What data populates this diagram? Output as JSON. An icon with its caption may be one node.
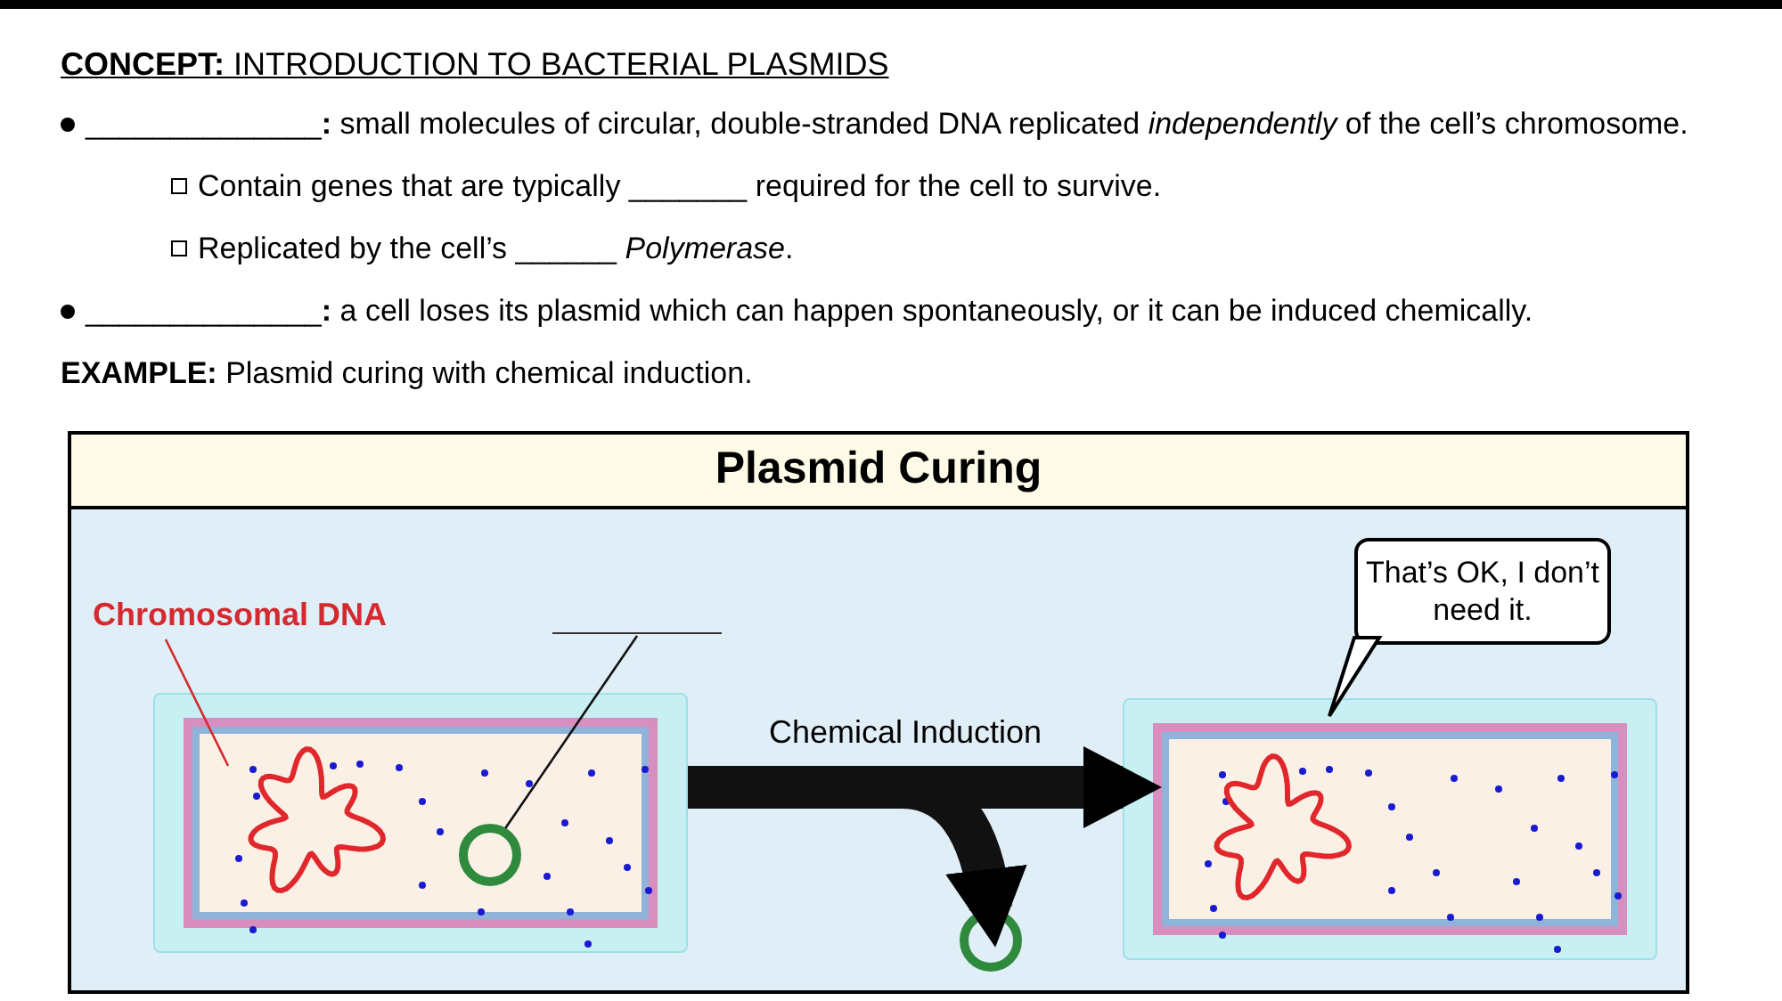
{
  "diagram": {
    "title": "**CONCEPT:** INTRODUCTION TO BACTERIAL PLASMIDS",
    "nodes": [
      {
        "text": [
          "Plasmid Curing"
        ]
      },
      {
        "text": [
          "Chromosomal DNA"
        ],
        "in": 0
      },
      {
        "text": [],
        "shape": "line",
        "in": 0
      },
      {
        "text": [],
        "shape": "box",
        "in": 0
      },
      {
        "text": [],
        "shape": "picture",
        "in": 3
      },
      {
        "text": [],
        "shape": "circle",
        "in": 3
      },
      {
        "text": [],
        "shape": "circle",
        "in": 0
      },
      {
        "text": [],
        "shape": "box",
        "in": 0
      },
      {
        "text": [],
        "shape": "picture",
        "in": 7
      },
      {
        "text": [
          "That’s OK, I don’t need it."
        ],
        "in": 0
      }
    ],
    "edges": [
      {
        "from": 1,
        "to": 4,
        "arrow": "none",
        "color": "#d42a2f"
      },
      {
        "from": 2,
        "to": 5,
        "arrow": "none"
      },
      {
        "from": 3,
        "to": 7,
        "arrow": "to",
        "label": "Chemical Induction",
        "style": "thick"
      },
      {
        "from": 3,
        "to": 6,
        "arrow": "to",
        "style": "thick"
      }
    ],
    "labels": [
      "______________**:** small molecules of circular, double-stranded DNA replicated *independently* of the cell’s chromosome.",
      "Contain genes that are typically _______ required for the cell to survive.",
      "Replicated by the cell’s ______ *Polymerase*.",
      "______________**:** a cell loses its plasmid which can happen spontaneously, or it can be induced chemically.",
      "**EXAMPLE:** Plasmid curing with chemical induction."
    ]
  }
}
